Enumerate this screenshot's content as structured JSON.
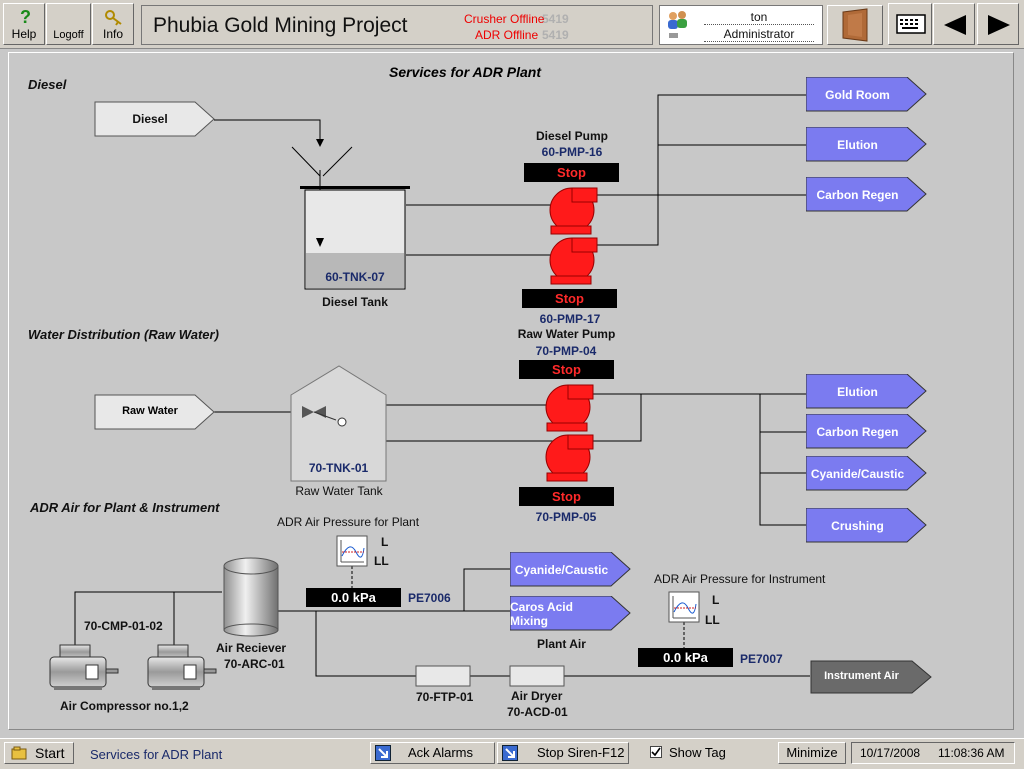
{
  "toolbar": {
    "help_label": "Help",
    "logoff_label": "Logoff",
    "info_label": "Info"
  },
  "header": {
    "title": "Phubia Gold Mining Project",
    "status_1": "Crusher Offline",
    "status_2": "ADR Offline",
    "ghost_1": "5419",
    "ghost_2": "5419"
  },
  "user": {
    "name": "ton",
    "role": "Administrator"
  },
  "diagram": {
    "title": "Services for ADR Plant",
    "diesel": {
      "section": "Diesel",
      "source": "Diesel",
      "tank_tag": "60-TNK-07",
      "tank_name": "Diesel Tank",
      "pump1_name": "Diesel Pump",
      "pump1_tag": "60-PMP-16",
      "pump1_status": "Stop",
      "pump2_status": "Stop",
      "pump2_tag": "60-PMP-17",
      "dest_1": "Gold Room",
      "dest_2": "Elution",
      "dest_3": "Carbon Regen"
    },
    "water": {
      "section": "Water Distribution (Raw Water)",
      "source": "Raw Water",
      "tank_tag": "70-TNK-01",
      "tank_name": "Raw Water Tank",
      "pump1_name": "Raw Water Pump",
      "pump1_tag": "70-PMP-04",
      "pump1_status": "Stop",
      "pump2_status": "Stop",
      "pump2_tag": "70-PMP-05",
      "dest_1": "Elution",
      "dest_2": "Carbon Regen",
      "dest_3": "Cyanide/Caustic",
      "dest_4": "Crushing"
    },
    "air": {
      "section": "ADR Air for Plant & Instrument",
      "plant_pressure_title": "ADR Air Pressure for Plant",
      "plant_L": "L",
      "plant_LL": "LL",
      "plant_value": "0.0 kPa",
      "plant_tag": "PE7006",
      "instr_pressure_title": "ADR Air Pressure for Instrument",
      "instr_L": "L",
      "instr_LL": "LL",
      "instr_value": "0.0 kPa",
      "instr_tag": "PE7007",
      "compressor_tag": "70-CMP-01-02",
      "compressor_name": "Air Compressor no.1,2",
      "receiver_name": "Air Reciever",
      "receiver_tag": "70-ARC-01",
      "plant_dest_1": "Cyanide/Caustic",
      "plant_dest_2": "Caros Acid Mixing",
      "plant_air_label": "Plant Air",
      "filter_tag": "70-FTP-01",
      "dryer_name": "Air Dryer",
      "dryer_tag": "70-ACD-01",
      "instrument_air": "Instrument Air"
    }
  },
  "bottombar": {
    "start_label": "Start",
    "current_page": "Services for ADR Plant",
    "ack_alarms": "Ack Alarms",
    "stop_siren": "Stop Siren-F12",
    "show_tag": "Show Tag",
    "show_tag_checked": true,
    "minimize": "Minimize",
    "date": "10/17/2008",
    "time": "11:08:36 AM"
  },
  "colors": {
    "dest_fill": "#7b7bf0",
    "pump_red": "#ff1a1a",
    "status_red": "#ff2a2a",
    "tag_blue": "#1a2a6a"
  }
}
